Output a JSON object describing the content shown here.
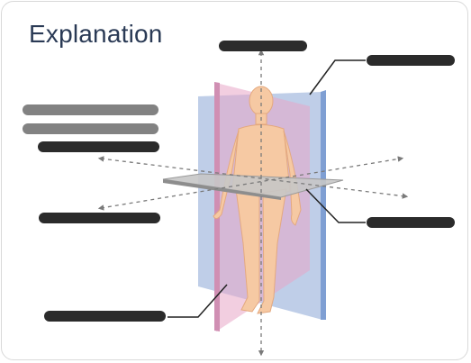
{
  "header": {
    "title": "Explanation"
  },
  "colors": {
    "title": "#2a3a55",
    "sagittal_plane": "#e7a5c6",
    "coronal_plane": "#a9bde0",
    "transverse_plane": "#c7c7c7",
    "body_skin": "#f6c9a3",
    "label_bar_dark": "#2b2b2b",
    "label_bar_gray": "#828282",
    "axis_line": "#7a7a7a"
  },
  "icons": {
    "figure": "human-body-figure",
    "planes": [
      "sagittal-plane",
      "coronal-plane",
      "transverse-plane"
    ]
  }
}
